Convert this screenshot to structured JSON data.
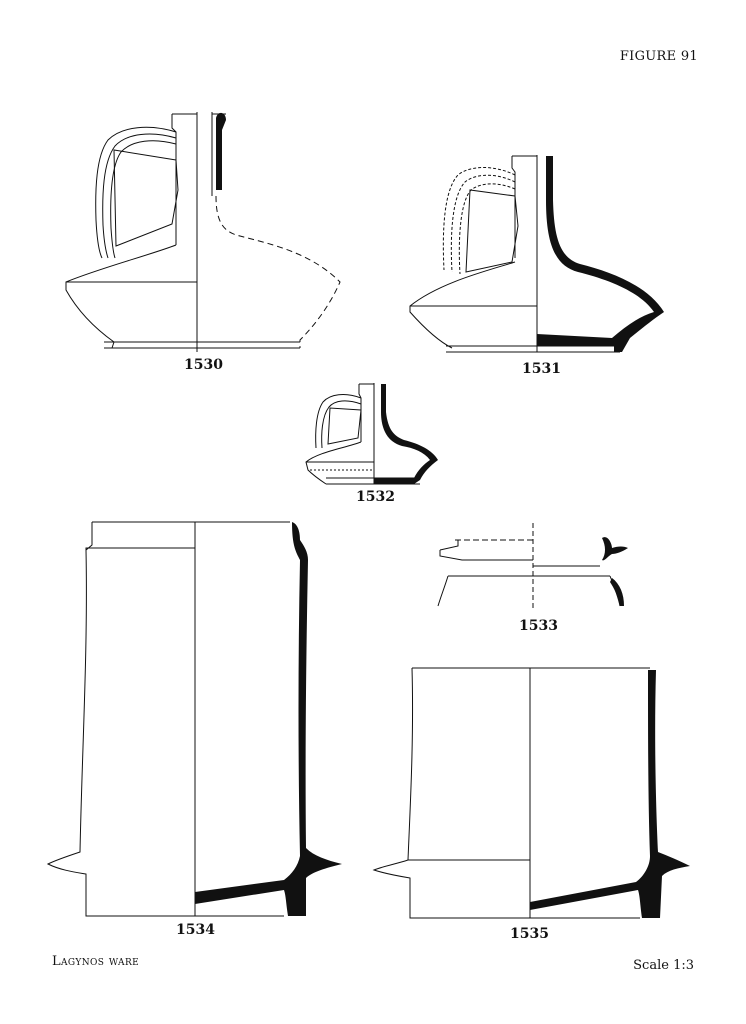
{
  "page": {
    "figure_title": "FIGURE 91",
    "caption": "Lagynos ware",
    "scale": "Scale 1:3"
  },
  "vessels": [
    {
      "id": "1530"
    },
    {
      "id": "1531"
    },
    {
      "id": "1532"
    },
    {
      "id": "1533"
    },
    {
      "id": "1534"
    },
    {
      "id": "1535"
    }
  ]
}
